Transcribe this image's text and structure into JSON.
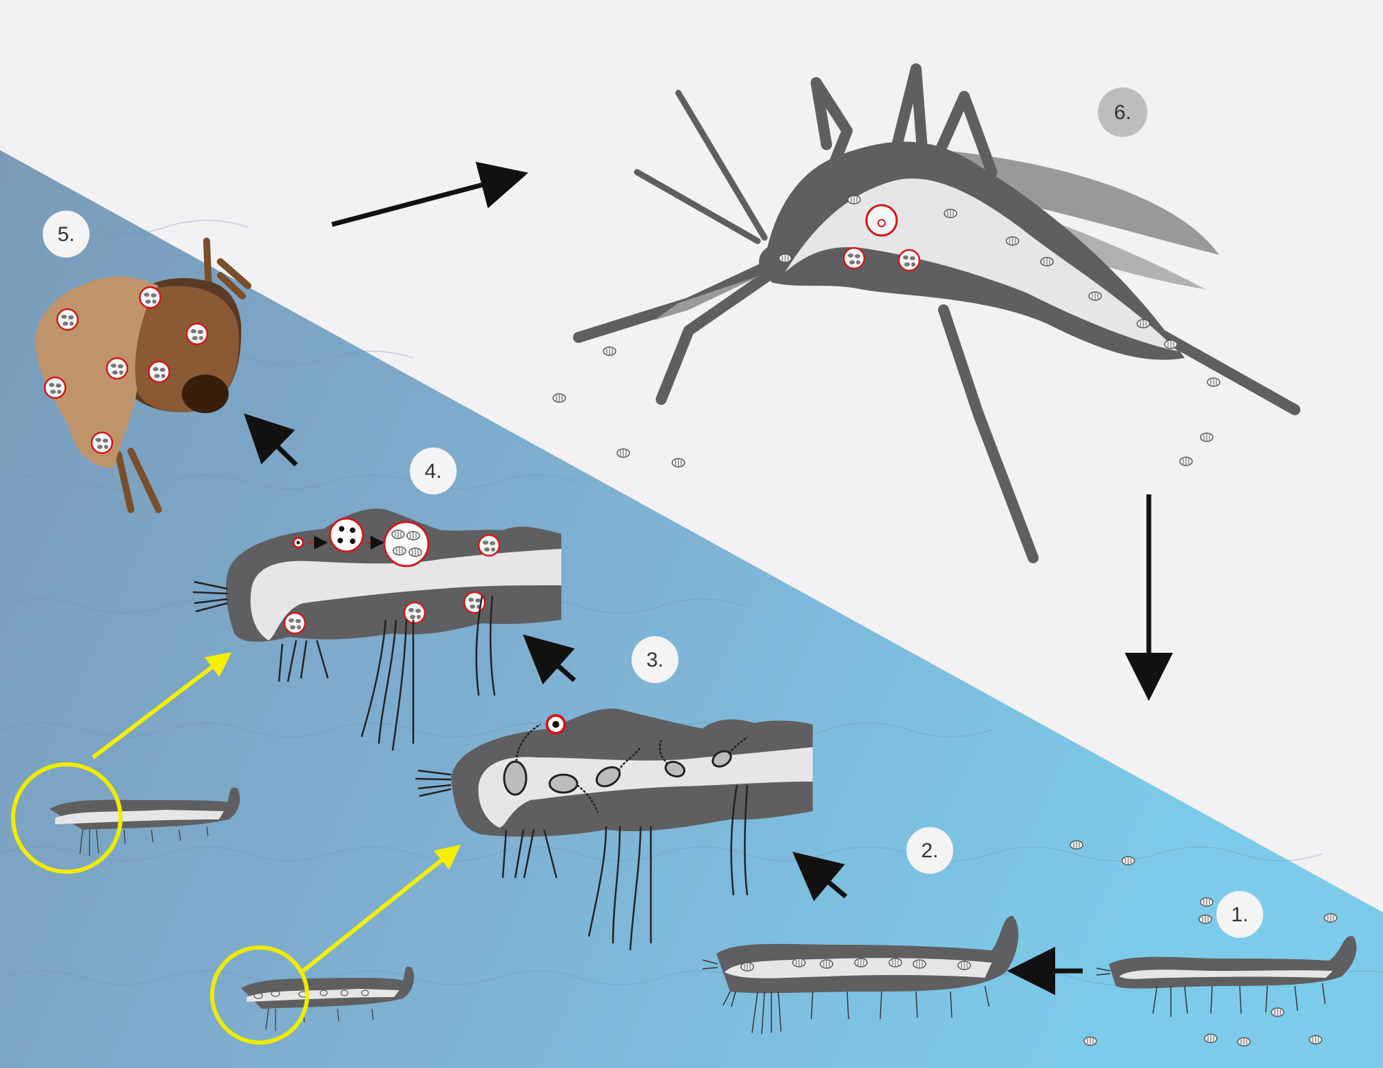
{
  "steps": [
    {
      "id": "1",
      "label": "1."
    },
    {
      "id": "2",
      "label": "2."
    },
    {
      "id": "3",
      "label": "3."
    },
    {
      "id": "4",
      "label": "4."
    },
    {
      "id": "5",
      "label": "5."
    },
    {
      "id": "6",
      "label": "6."
    }
  ],
  "colors": {
    "background": "#f2f2f4",
    "water_dark": "#7a9ab8",
    "water_light": "#7ccbea",
    "insect_body": "#5f5f61",
    "gut": "#e6e6e8",
    "highlight_circle": "#f0ec00",
    "highlight_arrow": "#f5f000",
    "pupa_brown": "#8a5a35",
    "pupa_tan": "#c0946a",
    "infected_cell_outline": "#d01818",
    "badge_white": "#f4f4f4",
    "badge_gray": "#bdbdbf",
    "arrow": "#111111"
  }
}
